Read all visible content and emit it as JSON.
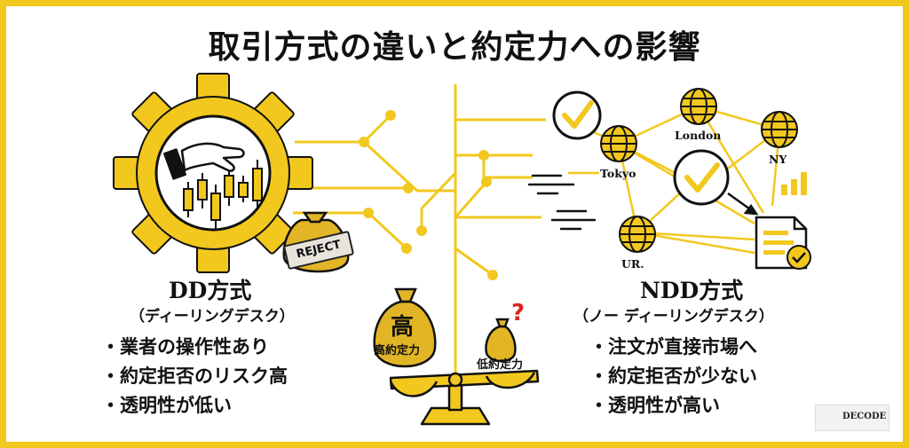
{
  "title": "取引方式の違いと約定力への影響",
  "colors": {
    "accent": "#f2c81f",
    "ink": "#111111",
    "bag": "#e2b526"
  },
  "dd": {
    "heading": "DD方式",
    "subheading": "（ディーリングデスク）",
    "points": [
      "・業者の操作性あり",
      "・約定拒否のリスク高",
      "・透明性が低い"
    ],
    "stamp": "REJECT"
  },
  "ndd": {
    "heading": "NDD方式",
    "subheading": "（ノー ディーリングデスク）",
    "points": [
      "・注文が直接市場へ",
      "・約定拒否が少ない",
      "・透明性が高い"
    ],
    "cities": {
      "tokyo": "Tokyo",
      "london": "London",
      "ny": "NY",
      "ur": "UR."
    }
  },
  "scale": {
    "high_bag_char": "高",
    "high_label": "高約定力",
    "low_label": "低約定力",
    "question": "?"
  },
  "logo": {
    "text": "DECODE"
  }
}
